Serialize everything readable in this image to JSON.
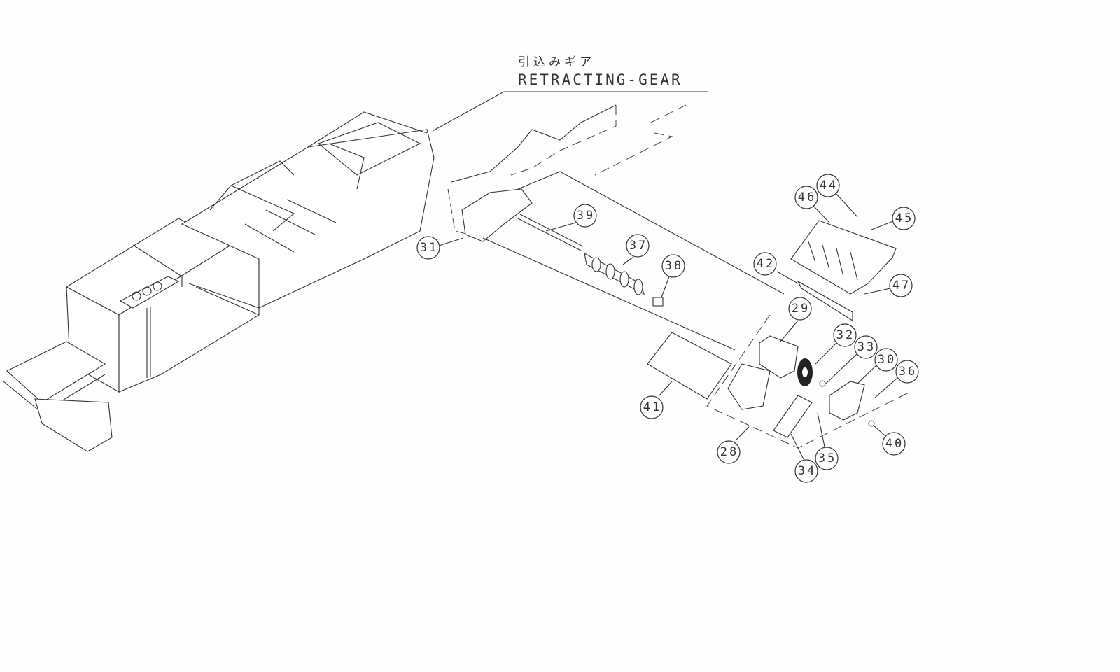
{
  "title": {
    "japanese": "引込みギア",
    "english": "RETRACTING-GEAR"
  },
  "callouts": [
    "44",
    "46",
    "45",
    "42",
    "47",
    "29",
    "32",
    "33",
    "30",
    "36",
    "40",
    "35",
    "34",
    "28",
    "41",
    "38",
    "37",
    "39",
    "31"
  ]
}
